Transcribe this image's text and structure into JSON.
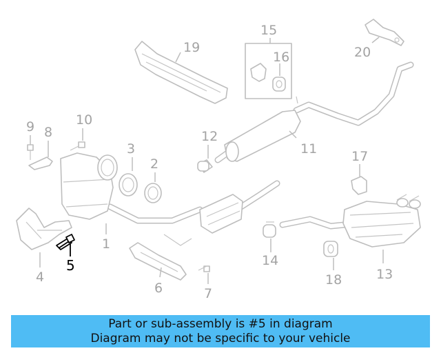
{
  "callouts": {
    "c1": "1",
    "c2": "2",
    "c3": "3",
    "c4": "4",
    "c5": "5",
    "c6": "6",
    "c7": "7",
    "c8": "8",
    "c9": "9",
    "c10": "10",
    "c11": "11",
    "c12": "12",
    "c13": "13",
    "c14": "14",
    "c15": "15",
    "c16": "16",
    "c17": "17",
    "c18": "18",
    "c19": "19",
    "c20": "20"
  },
  "highlighted_part": "5",
  "banner": {
    "line1": "Part or sub-assembly is #5 in diagram",
    "line2": "Diagram may not be specific to your vehicle"
  },
  "colors": {
    "banner_bg": "#4fbcf4",
    "line_art": "#bdbdbd",
    "highlight": "#000000"
  }
}
